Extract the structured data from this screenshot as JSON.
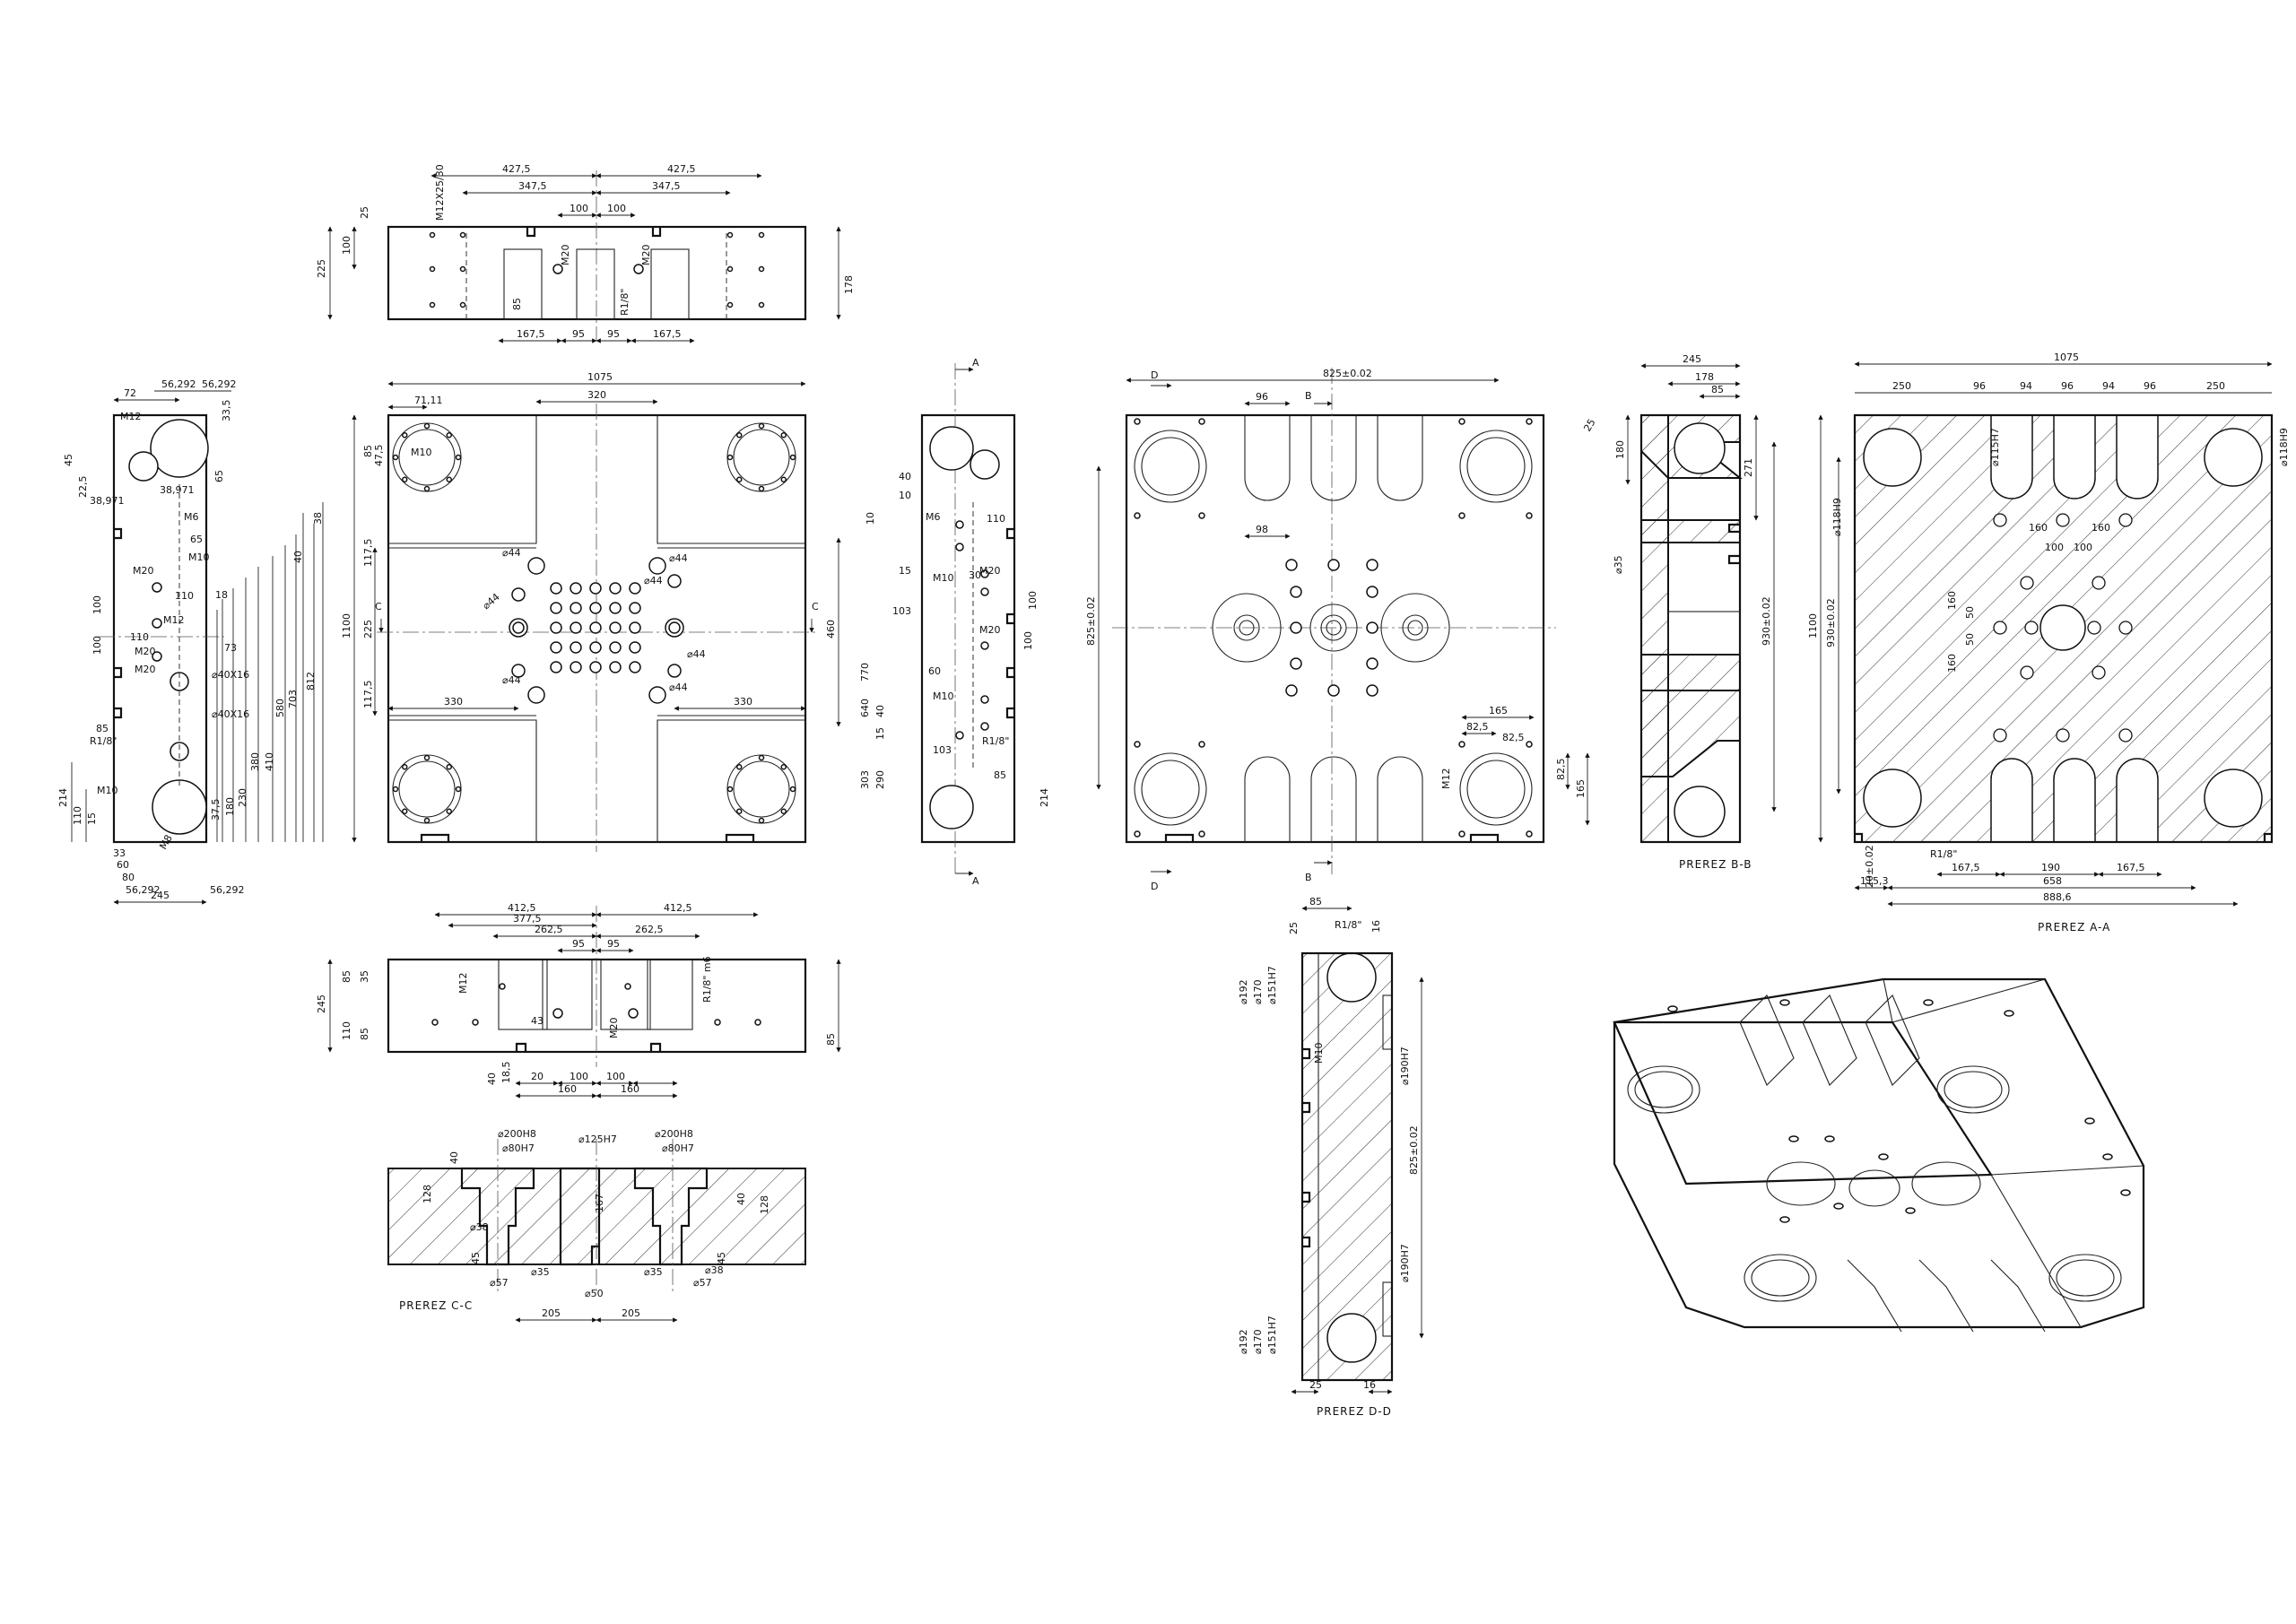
{
  "drawing": {
    "top_view": {
      "dims_top": [
        "427,5",
        "427,5",
        "347,5",
        "347,5",
        "100",
        "100"
      ],
      "dims_left": [
        "225",
        "100",
        "25"
      ],
      "dims_right": [
        "178"
      ],
      "dims_bottom": [
        "167,5",
        "95",
        "95",
        "167,5"
      ],
      "callouts": [
        "M12X25/30",
        "M20",
        "M20",
        "85",
        "R1/8\""
      ]
    },
    "left_view": {
      "dims_top": [
        "72",
        "56,292",
        "56,292",
        "33,5"
      ],
      "dims_right": [
        "38",
        "40",
        "812",
        "703",
        "580",
        "410",
        "380",
        "230",
        "180",
        "65",
        "37,5"
      ],
      "dims_bottom": [
        "33",
        "60",
        "80",
        "56,292",
        "56,292",
        "245"
      ],
      "dims_left": [
        "45",
        "22,5",
        "38,971",
        "38,971",
        "65",
        "110",
        "100",
        "100",
        "110",
        "85",
        "214",
        "110",
        "15"
      ],
      "callouts": [
        "M12",
        "M6",
        "M10",
        "M20",
        "M20",
        "M12",
        "M20",
        "18",
        "73",
        "⌀40X16",
        "⌀40X16",
        "R1/8\"",
        "M10",
        "M8"
      ]
    },
    "front_view": {
      "dims_top": [
        "1075",
        "320",
        "71,11"
      ],
      "dims_left": [
        "1100",
        "85",
        "47,5",
        "117,5",
        "225",
        "117,5"
      ],
      "dims_inner": [
        "330",
        "330",
        "460"
      ],
      "callouts": [
        "M10",
        "⌀44",
        "⌀44",
        "⌀44",
        "⌀44",
        "⌀44",
        "⌀44",
        "⌀44"
      ],
      "section_marks": [
        "C",
        "C"
      ]
    },
    "side_view_a": {
      "dims": [
        "40",
        "10",
        "10",
        "110",
        "15",
        "30",
        "103",
        "100",
        "770",
        "640",
        "40",
        "15",
        "103",
        "100",
        "60",
        "303",
        "290",
        "85",
        "214"
      ],
      "callouts": [
        "M6",
        "M10",
        "M20",
        "M20",
        "M10",
        "R1/8\""
      ],
      "section_marks": [
        "A",
        "A"
      ]
    },
    "mid_plate": {
      "dims": [
        "825±0.02",
        "96",
        "98",
        "825±0.02",
        "165",
        "82,5",
        "82,5",
        "82,5",
        "165"
      ],
      "callouts": [
        "M12"
      ],
      "section_marks": [
        "D",
        "D",
        "B",
        "B"
      ]
    },
    "section_b": {
      "dims": [
        "245",
        "178",
        "85",
        "180",
        "271",
        "⌀35",
        "930±0.02",
        "25"
      ],
      "title": "PREREZ B-B"
    },
    "section_a": {
      "dims_top": [
        "1075",
        "250",
        "96",
        "94",
        "96",
        "94",
        "96",
        "250"
      ],
      "dims_inner": [
        "160",
        "160",
        "100",
        "100",
        "160",
        "160",
        "50",
        "50"
      ],
      "dims_left": [
        "1100",
        "930±0.02",
        "⌀118H9",
        "⌀118H9",
        "⌀115H7"
      ],
      "dims_bottom": [
        "R1/8\"",
        "20±0.02",
        "115,3",
        "167,5",
        "190",
        "167,5",
        "658",
        "888,6"
      ],
      "title": "PREREZ A-A"
    },
    "bottom_view": {
      "dims_top": [
        "412,5",
        "412,5",
        "377,5",
        "262,5",
        "262,5",
        "95",
        "95"
      ],
      "dims_left": [
        "245",
        "85",
        "35",
        "110",
        "85"
      ],
      "dims_right": [
        "85"
      ],
      "dims_bottom": [
        "40",
        "18,5",
        "20",
        "160",
        "100",
        "100",
        "160"
      ],
      "callouts": [
        "M12",
        "M20",
        "43",
        "R1/8\" m6"
      ]
    },
    "section_c": {
      "callouts": [
        "⌀200H8",
        "⌀80H7",
        "⌀125H7",
        "⌀200H8",
        "⌀80H7",
        "⌀38",
        "⌀38",
        "⌀35",
        "⌀35",
        "⌀57",
        "⌀57",
        "⌀50"
      ],
      "dims": [
        "40",
        "128",
        "45",
        "167",
        "40",
        "128",
        "45",
        "205",
        "205"
      ],
      "title": "PREREZ C-C"
    },
    "section_d": {
      "dims": [
        "85",
        "25",
        "R1/8\"",
        "16",
        "⌀192",
        "⌀170",
        "⌀151H7",
        "M10",
        "⌀190H7",
        "825±0.02",
        "⌀190H7",
        "⌀192",
        "⌀170",
        "⌀151H7",
        "25",
        "16"
      ],
      "title": "PREREZ D-D"
    }
  }
}
